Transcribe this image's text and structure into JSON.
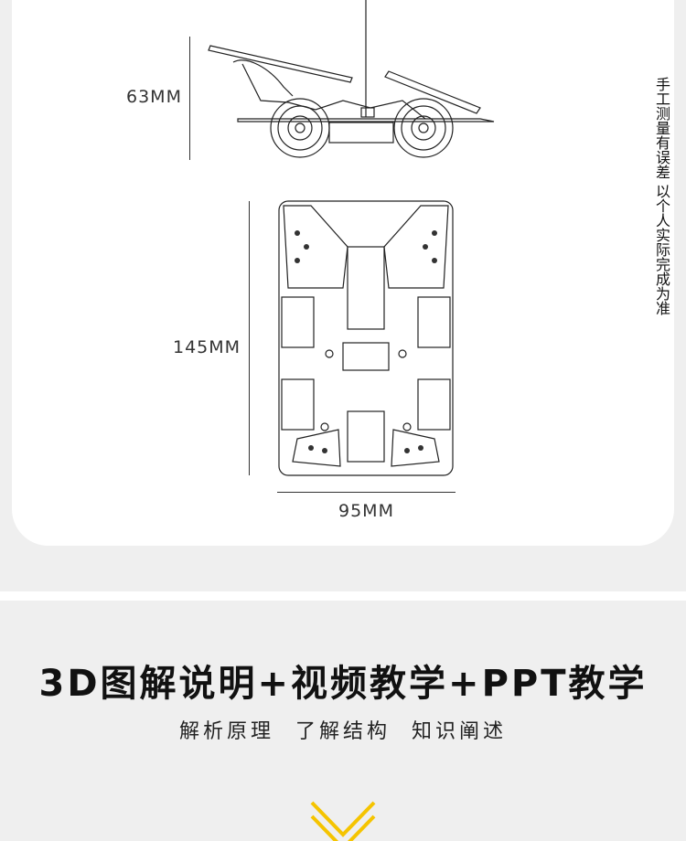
{
  "dimensions": {
    "height_label": "63MM",
    "length_label": "145MM",
    "width_label": "95MM"
  },
  "note": "手工测量有误差 以个人实际完成为准",
  "section": {
    "title": "3D图解说明+视频教学+PPT教学",
    "subtitle": "解析原理 了解结构 知识阐述"
  },
  "colors": {
    "page_bg": "#efefef",
    "card_bg": "#ffffff",
    "accent_chevron": "#f5c400"
  }
}
